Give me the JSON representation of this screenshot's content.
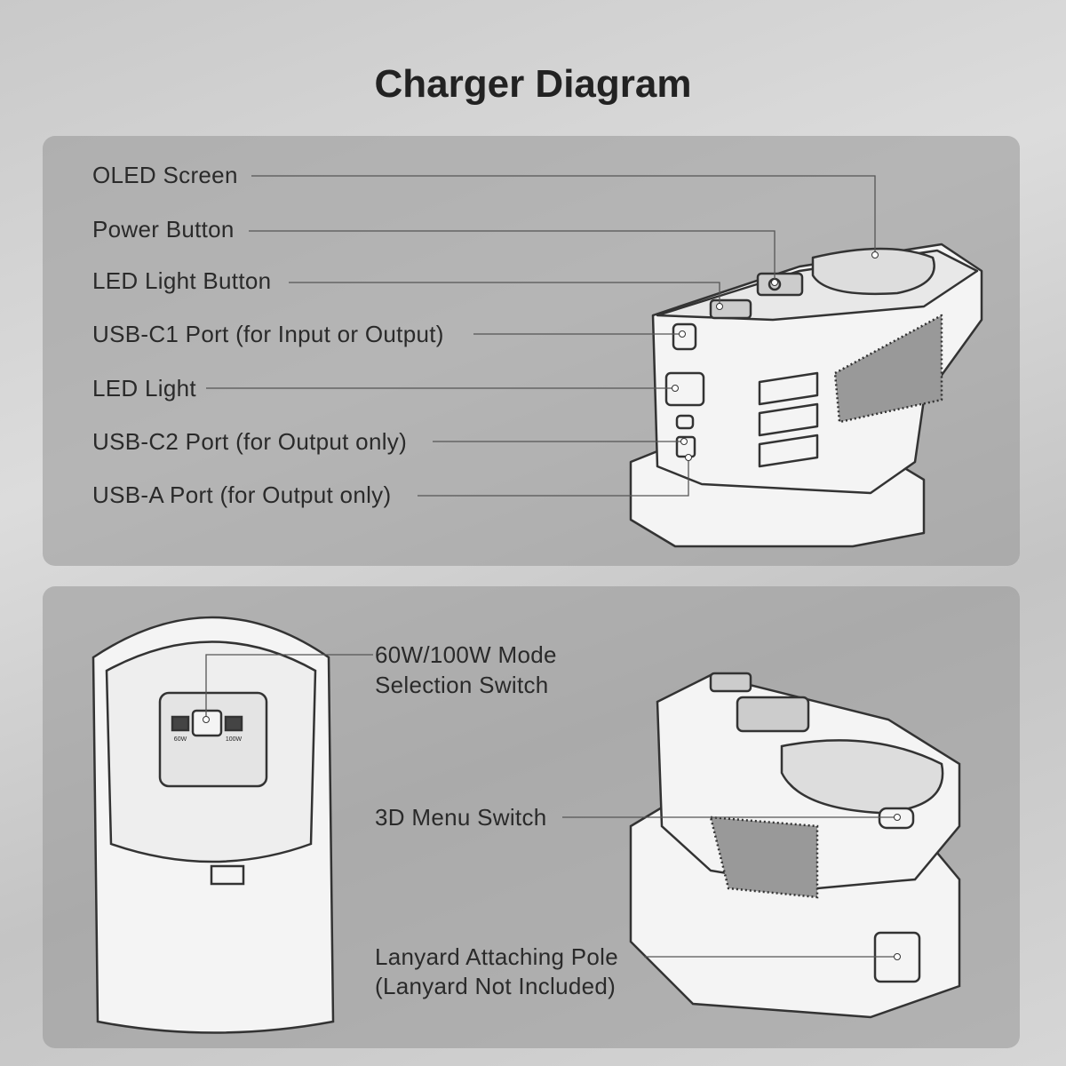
{
  "title": "Charger Diagram",
  "top_panel": {
    "labels": [
      "OLED Screen",
      "Power Button",
      "LED Light Button",
      "USB-C1 Port (for Input or Output)",
      "LED Light",
      "USB-C2 Port (for Output only)",
      "USB-A Port (for Output only)"
    ]
  },
  "bottom_panel": {
    "mode_switch": {
      "line1": "60W/100W Mode",
      "line2": "Selection Switch",
      "left_mark": "60W",
      "right_mark": "100W"
    },
    "menu_switch": "3D Menu Switch",
    "lanyard": {
      "line1": "Lanyard Attaching Pole",
      "line2": "(Lanyard Not Included)"
    }
  },
  "colors": {
    "text": "#2a2a2a",
    "panel": "#a8a8a8",
    "line": "#555555"
  }
}
